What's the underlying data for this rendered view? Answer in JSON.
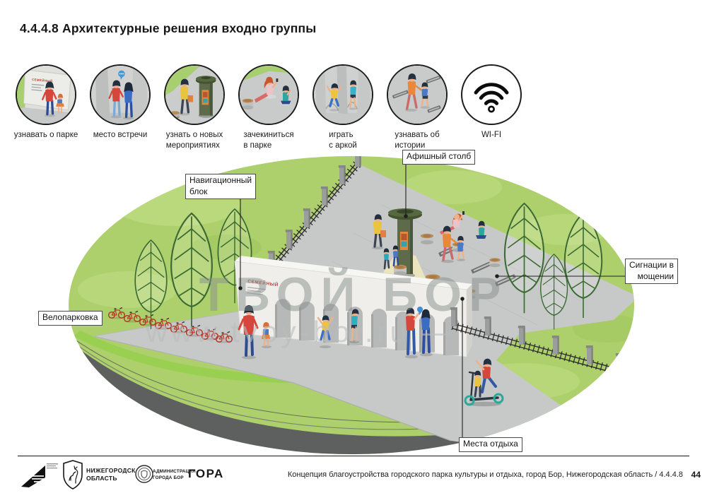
{
  "header": {
    "title": "4.4.4.8 Архитектурные решения входно группы"
  },
  "features": [
    {
      "name": "park-info",
      "label": "узнавать о парке"
    },
    {
      "name": "meeting-point",
      "label": "место встречи"
    },
    {
      "name": "new-events",
      "label": "узнать о новых\nмероприятиях"
    },
    {
      "name": "check-in",
      "label": "зачекиниться\nв парке"
    },
    {
      "name": "arch-play",
      "label": "играть\nс аркой"
    },
    {
      "name": "history",
      "label": "узнавать об\nистории"
    },
    {
      "name": "wifi",
      "label": "WI-FI"
    }
  ],
  "scene": {
    "wall_sign": "СЕМЕЙНЫЙ"
  },
  "watermark": {
    "title": "ТВОЙ БОР",
    "url": "www.tvoy-bor.ru —"
  },
  "callouts": {
    "navigation_block": {
      "text": "Навигационный\nблок"
    },
    "poster_column": {
      "text": "Афишный столб"
    },
    "paving_signs": {
      "text": "Сигнации в\nмощении"
    },
    "bike_parking": {
      "text": "Велопарковка"
    },
    "rest_places": {
      "text": "Места отдыха"
    }
  },
  "footer": {
    "region_logo": "НИЖЕГОРОДСКАЯ\nОБЛАСТЬ",
    "admin_logo": "АДМИНИСТРАЦИЯ\nГОРОДА БОР",
    "gora_logo": "ГОРА",
    "caption": "Концепция благоустройства городского парка культуры и отдыха, город Бор, Нижегородская область / 4.4.4.8",
    "page_number": "44"
  },
  "colors": {
    "grass": "#aed06c",
    "plaza": "#c7c9c8",
    "wall": "#efeeea",
    "accent_red": "#d6463c"
  }
}
